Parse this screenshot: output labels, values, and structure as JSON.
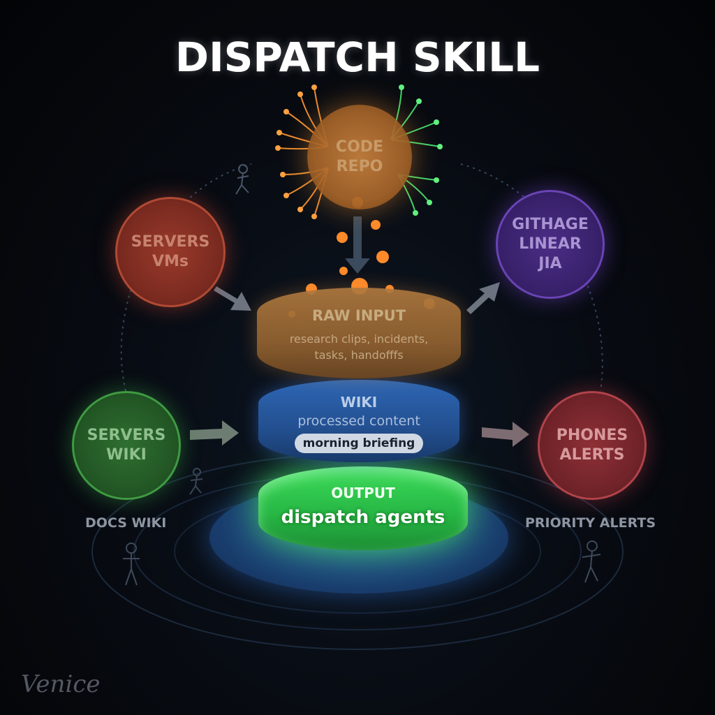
{
  "title": "DISPATCH SKILL",
  "nodes": {
    "code_repo": {
      "line1": "CODE",
      "line2": "REPO"
    },
    "servers_vms": {
      "line1": "SERVERS",
      "line2": "VMs"
    },
    "tracker": {
      "line1": "GITHAGE",
      "line2": "LINEAR",
      "line3": "JIA"
    },
    "servers_wiki": {
      "line1": "SERVERS",
      "line2": "WIKI"
    },
    "phones_alerts": {
      "line1": "PHONES",
      "line2": "ALERTS"
    }
  },
  "layers": {
    "raw_input": {
      "title": "RAW INPUT",
      "subtitle": "research clips, incidents, tasks, handofffs"
    },
    "wiki": {
      "title": "WIKI",
      "subtitle": "processed content",
      "pill": "morning briefing"
    },
    "output": {
      "title": "OUTPUT",
      "subtitle": "dispatch agents"
    }
  },
  "side_labels": {
    "left": "DOCS WIKI",
    "right": "PRIORITY ALERTS"
  },
  "watermark": "Venice",
  "colors": {
    "background": "#05070b",
    "orange": "#c9823f",
    "red": "#9a3a2a",
    "purple": "#4b2d86",
    "green": "#2f6f31",
    "rose": "#8e3036",
    "blue": "#2d66b4",
    "output_green": "#3ddc5a"
  },
  "icons": [
    "network-tree-icon",
    "arrow-icon",
    "person-figure-icon",
    "glowing-orb-icon"
  ]
}
